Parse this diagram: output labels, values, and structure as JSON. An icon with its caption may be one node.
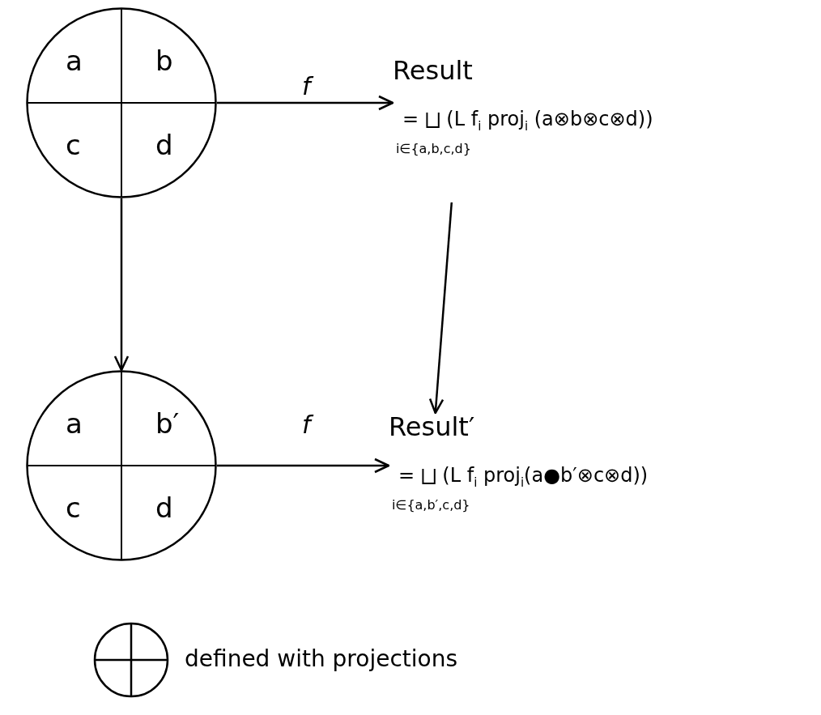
{
  "diagram": {
    "nodes": [
      {
        "text": [
          "a",
          "b",
          "c",
          "d"
        ]
      },
      {
        "text": [
          "Result",
          "= ⨆ (L f$_{i}$ proj$_{i}$ (a⊗b⊗c⊗d))",
          "i∈{a,b,c,d}"
        ]
      },
      {
        "text": [
          "a",
          "b′",
          "c",
          "d"
        ]
      },
      {
        "text": [
          "Result′",
          "= ⨆ (L f$_{i}$ proj$_{i}$(a●b′⊗c⊗d))",
          "i∈{a,b′,c,d}"
        ]
      }
    ],
    "edges": [
      {
        "from": 0,
        "to": 1,
        "arrow": "to",
        "label": "f"
      },
      {
        "from": 0,
        "to": 2,
        "arrow": "to"
      },
      {
        "from": 1,
        "to": 3,
        "arrow": "to"
      },
      {
        "from": 2,
        "to": 3,
        "arrow": "to",
        "label": "f"
      }
    ],
    "legend": [
      {
        "text": "defined with projections"
      }
    ]
  }
}
